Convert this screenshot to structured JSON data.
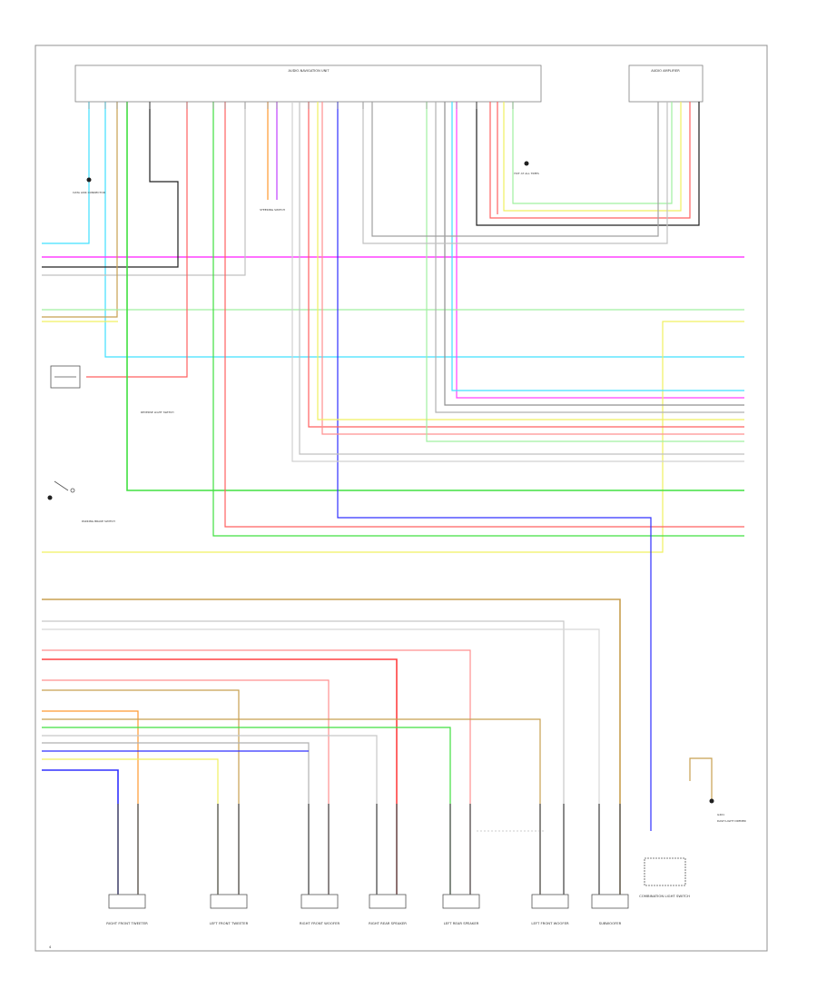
{
  "diagram": {
    "headunit_label": "AUDIO-NAVIGATION UNIT",
    "amp_label": "AUDIO AMPLIFIER",
    "figure_number": "4"
  },
  "colors": {
    "wire_magenta": "#ff40ff",
    "wire_cyan": "#40e0ff",
    "wire_green": "#40e040",
    "wire_lightgreen": "#a0f0a0",
    "wire_red": "#ff6060",
    "wire_pink": "#ff9090",
    "wire_blue": "#3030ff",
    "wire_orange": "#ff9a30",
    "wire_yellow": "#f0f060",
    "wire_tan": "#c8a050",
    "wire_gray": "#a0a0a0",
    "wire_black": "#202020",
    "frame": "#909090"
  },
  "components": [
    "RIGHT FRONT TWEETER",
    "LEFT FRONT TWEETER",
    "RIGHT FRONT WOOFER",
    "RIGHT REAR SPEAKER",
    "LEFT REAR SPEAKER",
    "LEFT FRONT WOOFER",
    "SUBWOOFER",
    "COMBINATION LIGHT SWITCH"
  ],
  "notes": [
    "DATA LINK CONNECTOR",
    "PARKING BRAKE SWITCH",
    "REVERSE LIGHT SWITCH",
    "STEERING SWITCH",
    "HOT AT ALL TIMES",
    "DASH LIGHT DIMMER",
    "G401"
  ]
}
